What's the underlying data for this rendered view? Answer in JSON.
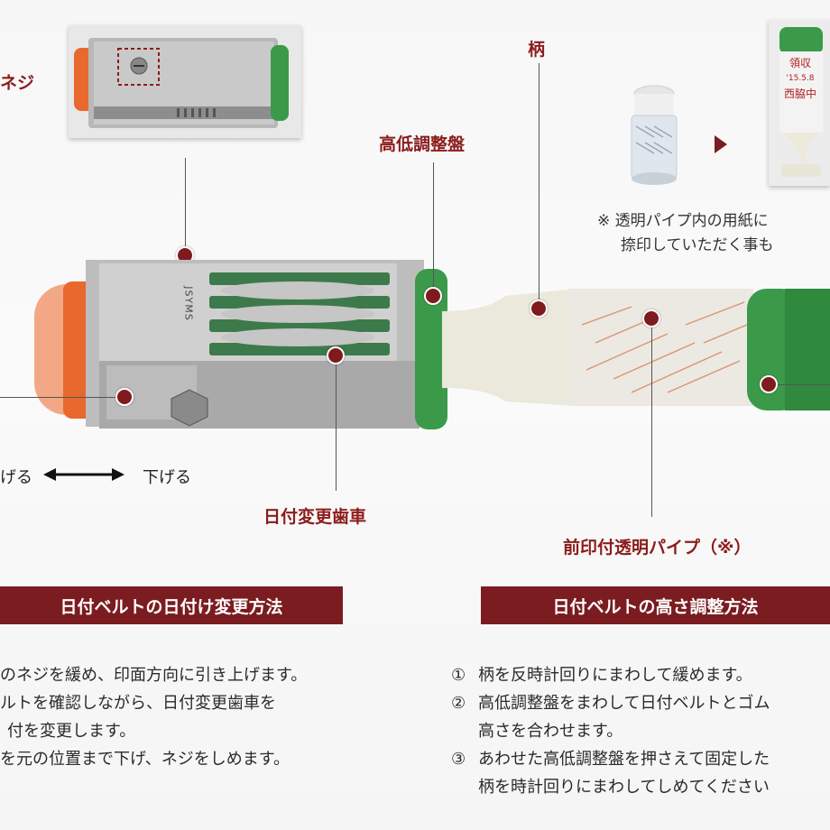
{
  "labels": {
    "screw": "ネジ",
    "handle": "柄",
    "height_dial": "高低調整盤",
    "date_gear": "日付変更歯車",
    "pipe": "前印付透明パイプ（※）",
    "raise": "げる",
    "lower": "下げる"
  },
  "brand_mark": "JSYMS",
  "inset_stamp": [
    "領収",
    "'15.5.8",
    "西脇中"
  ],
  "note": {
    "line1": "※ 透明パイプ内の用紙に",
    "line2": "捺印していただく事も"
  },
  "left_section": {
    "title": "日付ベルトの日付け変更方法",
    "lines": [
      "のネジを緩め、印面方向に引き上げます。",
      "ルトを確認しながら、日付変更歯車を",
      "付を変更します。",
      "を元の位置まで下げ、ネジをしめます。"
    ]
  },
  "right_section": {
    "title": "日付ベルトの高さ調整方法",
    "steps": [
      {
        "num": "①",
        "text": "柄を反時計回りにまわして緩めます。"
      },
      {
        "num": "②",
        "text": "高低調整盤をまわして日付ベルトとゴム"
      },
      {
        "num": "",
        "text": "高さを合わせます。"
      },
      {
        "num": "③",
        "text": "あわせた高低調整盤を押さえて固定した"
      },
      {
        "num": "",
        "text": "柄を時計回りにまわしてしめてください"
      }
    ]
  },
  "colors": {
    "accent": "#7b1c20",
    "label": "#8c1c1c",
    "green": "#3a9a4a",
    "orange": "#e8682e"
  }
}
